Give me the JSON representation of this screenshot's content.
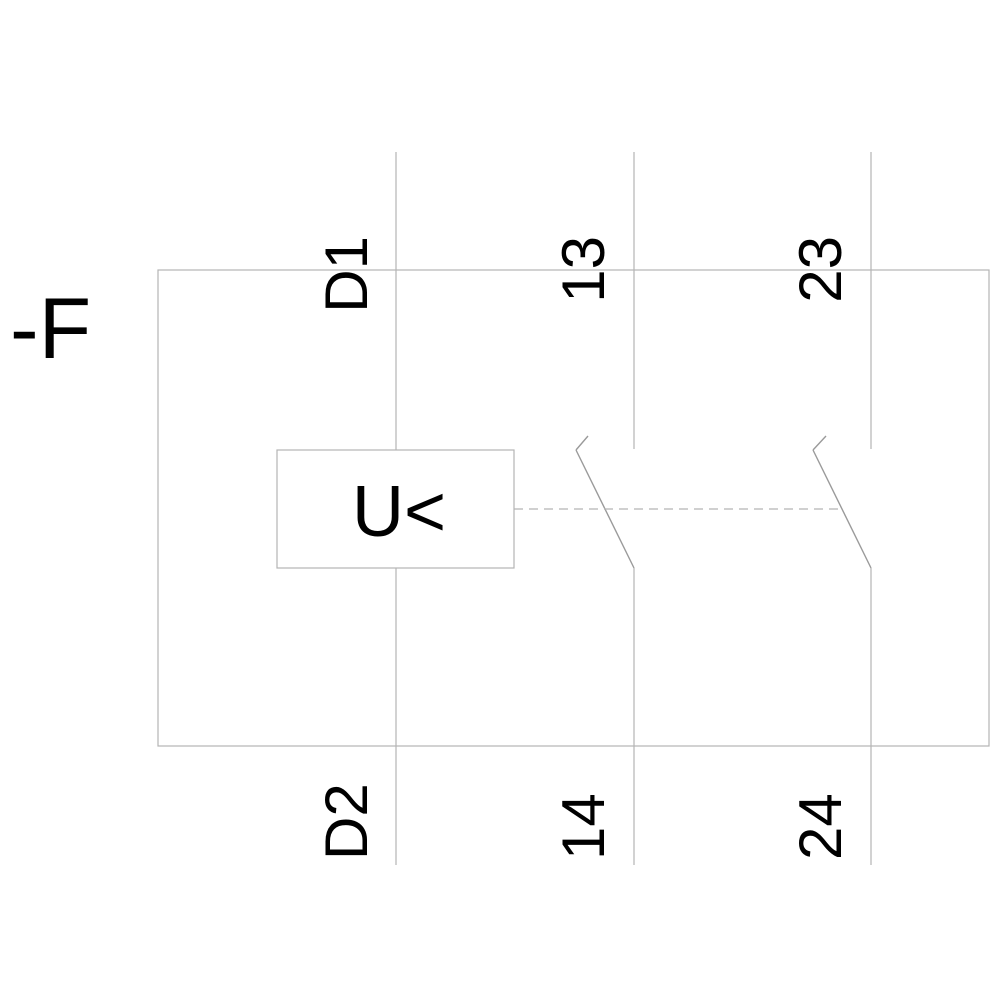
{
  "device_label": "-F",
  "release": {
    "label": "U<"
  },
  "terminals": {
    "coil_top": "D1",
    "coil_bottom": "D2",
    "contact1_top": "13",
    "contact1_bottom": "14",
    "contact2_top": "23",
    "contact2_bottom": "24"
  }
}
